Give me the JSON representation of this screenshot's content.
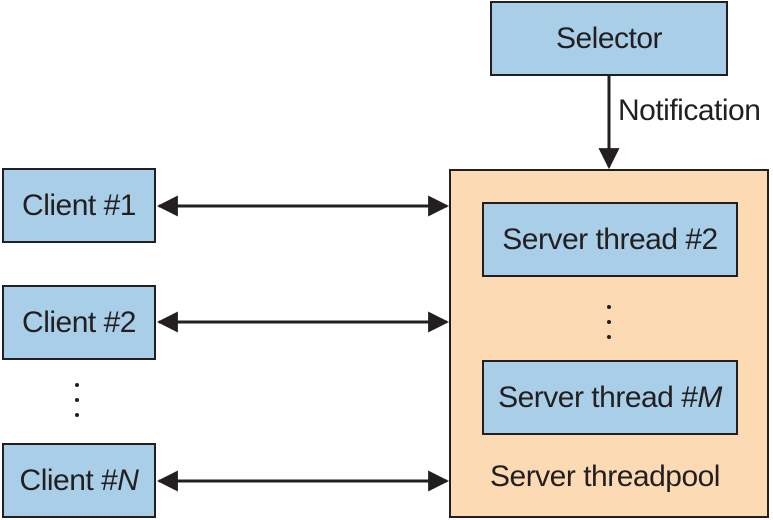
{
  "selector": {
    "label": "Selector"
  },
  "notification": {
    "label": "Notification"
  },
  "clients": [
    {
      "prefix": "Client #",
      "suffix": "1"
    },
    {
      "prefix": "Client #",
      "suffix": "2"
    },
    {
      "prefix": "Client #",
      "suffix": "N"
    }
  ],
  "pool": {
    "label": "Server threadpool",
    "threads": [
      {
        "prefix": "Server thread #",
        "suffix": "2"
      },
      {
        "prefix": "Server thread #",
        "suffix": "M"
      }
    ]
  },
  "colors": {
    "box_fill": "#a9cfe8",
    "pool_fill": "#fcdbb4",
    "stroke": "#231f20"
  }
}
